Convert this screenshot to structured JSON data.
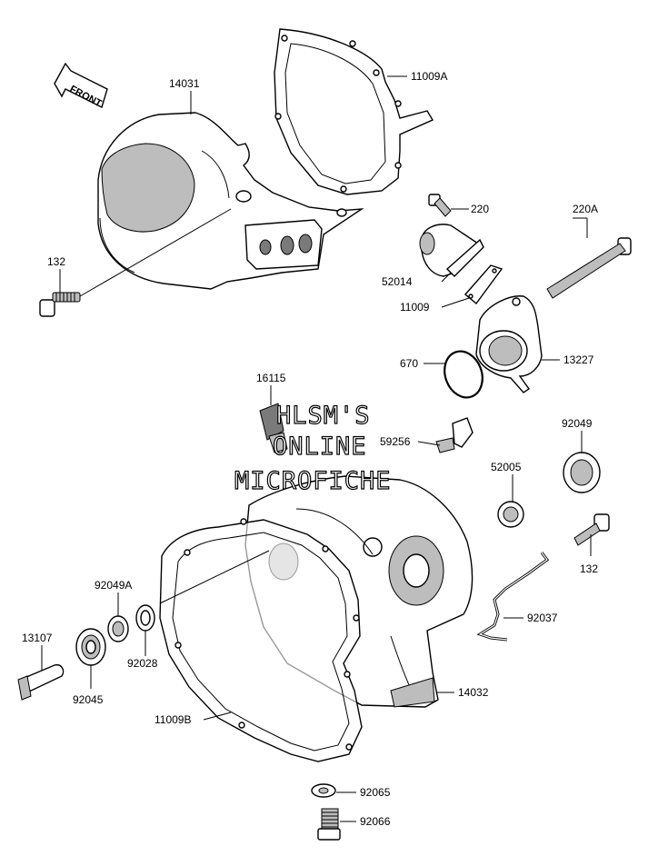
{
  "diagram": {
    "direction_label": "FRONT",
    "parts": [
      {
        "id": "p14031",
        "label": "14031"
      },
      {
        "id": "p11009A",
        "label": "11009A"
      },
      {
        "id": "p220",
        "label": "220"
      },
      {
        "id": "p220A",
        "label": "220A"
      },
      {
        "id": "p132a",
        "label": "132"
      },
      {
        "id": "p52014",
        "label": "52014"
      },
      {
        "id": "p11009",
        "label": "11009"
      },
      {
        "id": "p670",
        "label": "670"
      },
      {
        "id": "p13227",
        "label": "13227"
      },
      {
        "id": "p16115",
        "label": "16115"
      },
      {
        "id": "p59256",
        "label": "59256"
      },
      {
        "id": "p92049",
        "label": "92049"
      },
      {
        "id": "p52005",
        "label": "52005"
      },
      {
        "id": "p132b",
        "label": "132"
      },
      {
        "id": "p92049A",
        "label": "92049A"
      },
      {
        "id": "p92037",
        "label": "92037"
      },
      {
        "id": "p13107",
        "label": "13107"
      },
      {
        "id": "p92028",
        "label": "92028"
      },
      {
        "id": "p92045",
        "label": "92045"
      },
      {
        "id": "p14032",
        "label": "14032"
      },
      {
        "id": "p11009B",
        "label": "11009B"
      },
      {
        "id": "p92065",
        "label": "92065"
      },
      {
        "id": "p92066",
        "label": "92066"
      }
    ]
  },
  "watermark": {
    "line1": "HLSM'S",
    "line2": "ONLINE",
    "line3": "MICROFICHE"
  }
}
